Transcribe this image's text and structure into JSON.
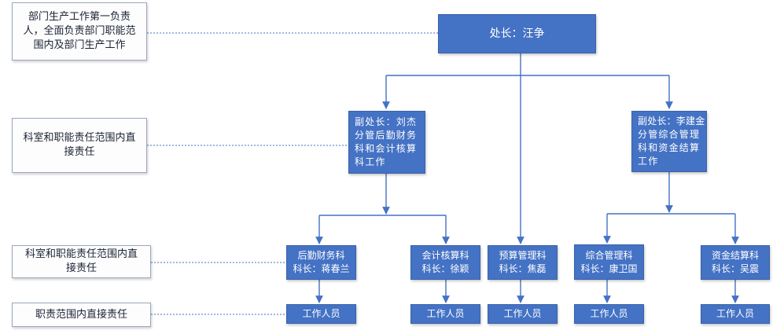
{
  "notes": {
    "level1": [
      "部门生产工作第一负责",
      "人，全面负责部门职能范",
      "围内及部门生产工作"
    ],
    "level2": [
      "科室和职能责任范围内直",
      "接责任"
    ],
    "level3": [
      "科室和职能责任范围内直",
      "接责任"
    ],
    "level4": [
      "职责范围内直接责任"
    ]
  },
  "director": {
    "label": "处长：汪争"
  },
  "deputy_left": {
    "lines": [
      "副处长：刘杰",
      "分管后勤财务",
      "科和会计核算",
      "科工作"
    ]
  },
  "deputy_right": {
    "lines": [
      "副处长：李建金",
      "分管综合管理",
      "科和资金结算",
      "工作"
    ]
  },
  "sections": [
    {
      "name": "后勤财务科",
      "head": "科长：蒋春兰"
    },
    {
      "name": "会计核算科",
      "head": "科长：徐颖"
    },
    {
      "name": "预算管理科",
      "head": "科长：焦磊"
    },
    {
      "name": "综合管理科",
      "head": "科长：康卫国"
    },
    {
      "name": "资金结算科",
      "head": "科长：吴震"
    }
  ],
  "staff_label": "工作人员",
  "colors": {
    "node_fill": "#4472c4",
    "connector": "#4472c4",
    "note_border": "#9aa7bd"
  }
}
